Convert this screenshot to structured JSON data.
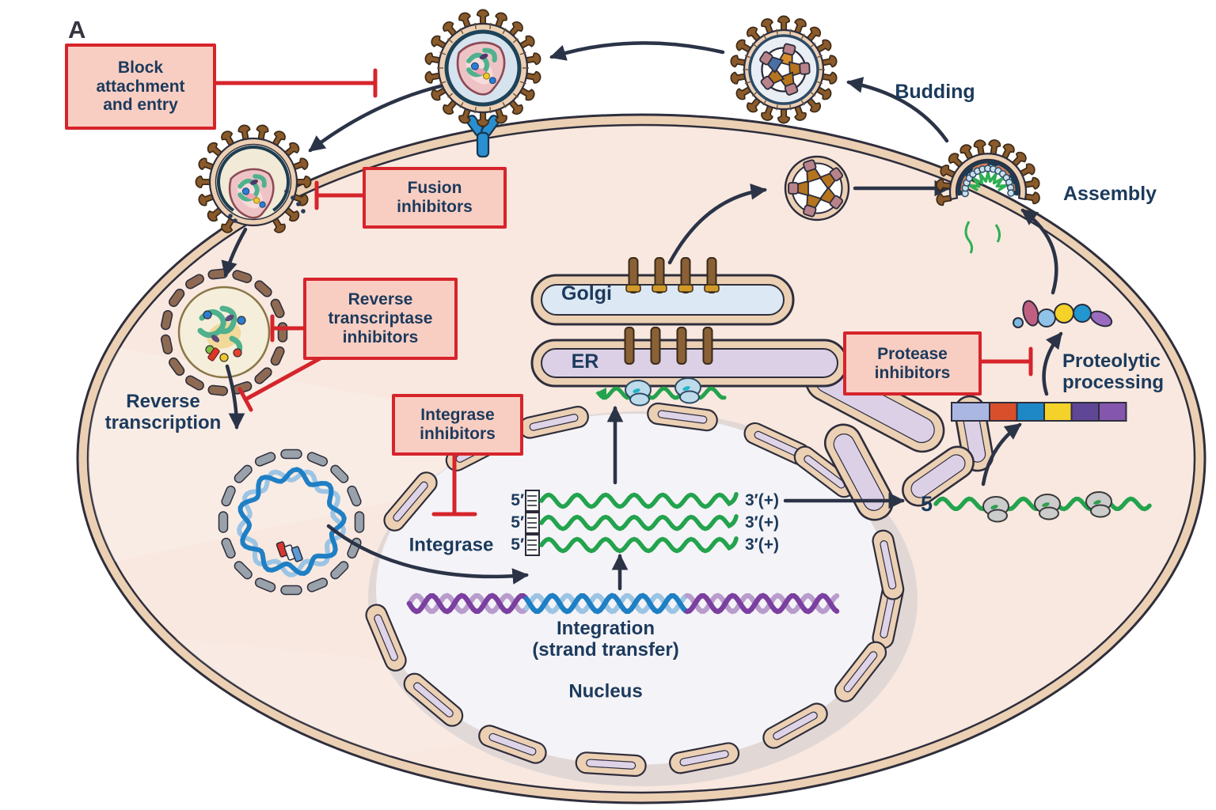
{
  "panel": {
    "label": "A"
  },
  "inhibitors": {
    "block_attachment": "Block\nattachment\nand entry",
    "fusion": "Fusion\ninhibitors",
    "reverse_transcriptase": "Reverse\ntranscriptase\ninhibitors",
    "integrase": "Integrase\ninhibitors",
    "protease": "Protease\ninhibitors"
  },
  "stages": {
    "budding": "Budding",
    "assembly": "Assembly",
    "golgi": "Golgi",
    "er": "ER",
    "reverse_transcription": "Reverse\ntranscription",
    "integrase_enzyme": "Integrase",
    "integration": "Integration\n(strand transfer)",
    "nucleus": "Nucleus",
    "proteolytic_processing": "Proteolytic\nprocessing"
  },
  "rna": {
    "transcripts": [
      {
        "five_prime": "5′",
        "three_prime": "3′(+)"
      },
      {
        "five_prime": "5′",
        "three_prime": "3′(+)"
      },
      {
        "five_prime": "5′",
        "three_prime": "3′(+)"
      }
    ],
    "genome_five_prime": "5"
  },
  "colors": {
    "inhibitor_red": "#d6242b",
    "inhibitor_box_fill": "#f9cec2",
    "label_navy": "#1c3a5c",
    "rna_green": "#23a34d",
    "capsid_rna_green": "#4fb18d",
    "dna_blue": "#1f7fc4",
    "dna_blue_light": "#9cc4e4",
    "host_dna_purple": "#7b3fa0",
    "host_dna_purple_light": "#b89ccc",
    "membrane_tan": "#ecd0b4",
    "outline_dark": "#2e2e3c",
    "cytoplasm": "#f8e8df",
    "nucleus_fill": "#f4f3f7",
    "golgi_fill": "#dce8f3",
    "er_fill": "#dcd0e6",
    "envelope_inner": "#ded3e7",
    "spike_brown": "#8a5a2b",
    "arrow_dark": "#2b3347",
    "polyprotein_segments": [
      "#aab7e2",
      "#d94f2b",
      "#1e88c7",
      "#f5d22a",
      "#5f4796",
      "#8456ad"
    ]
  }
}
